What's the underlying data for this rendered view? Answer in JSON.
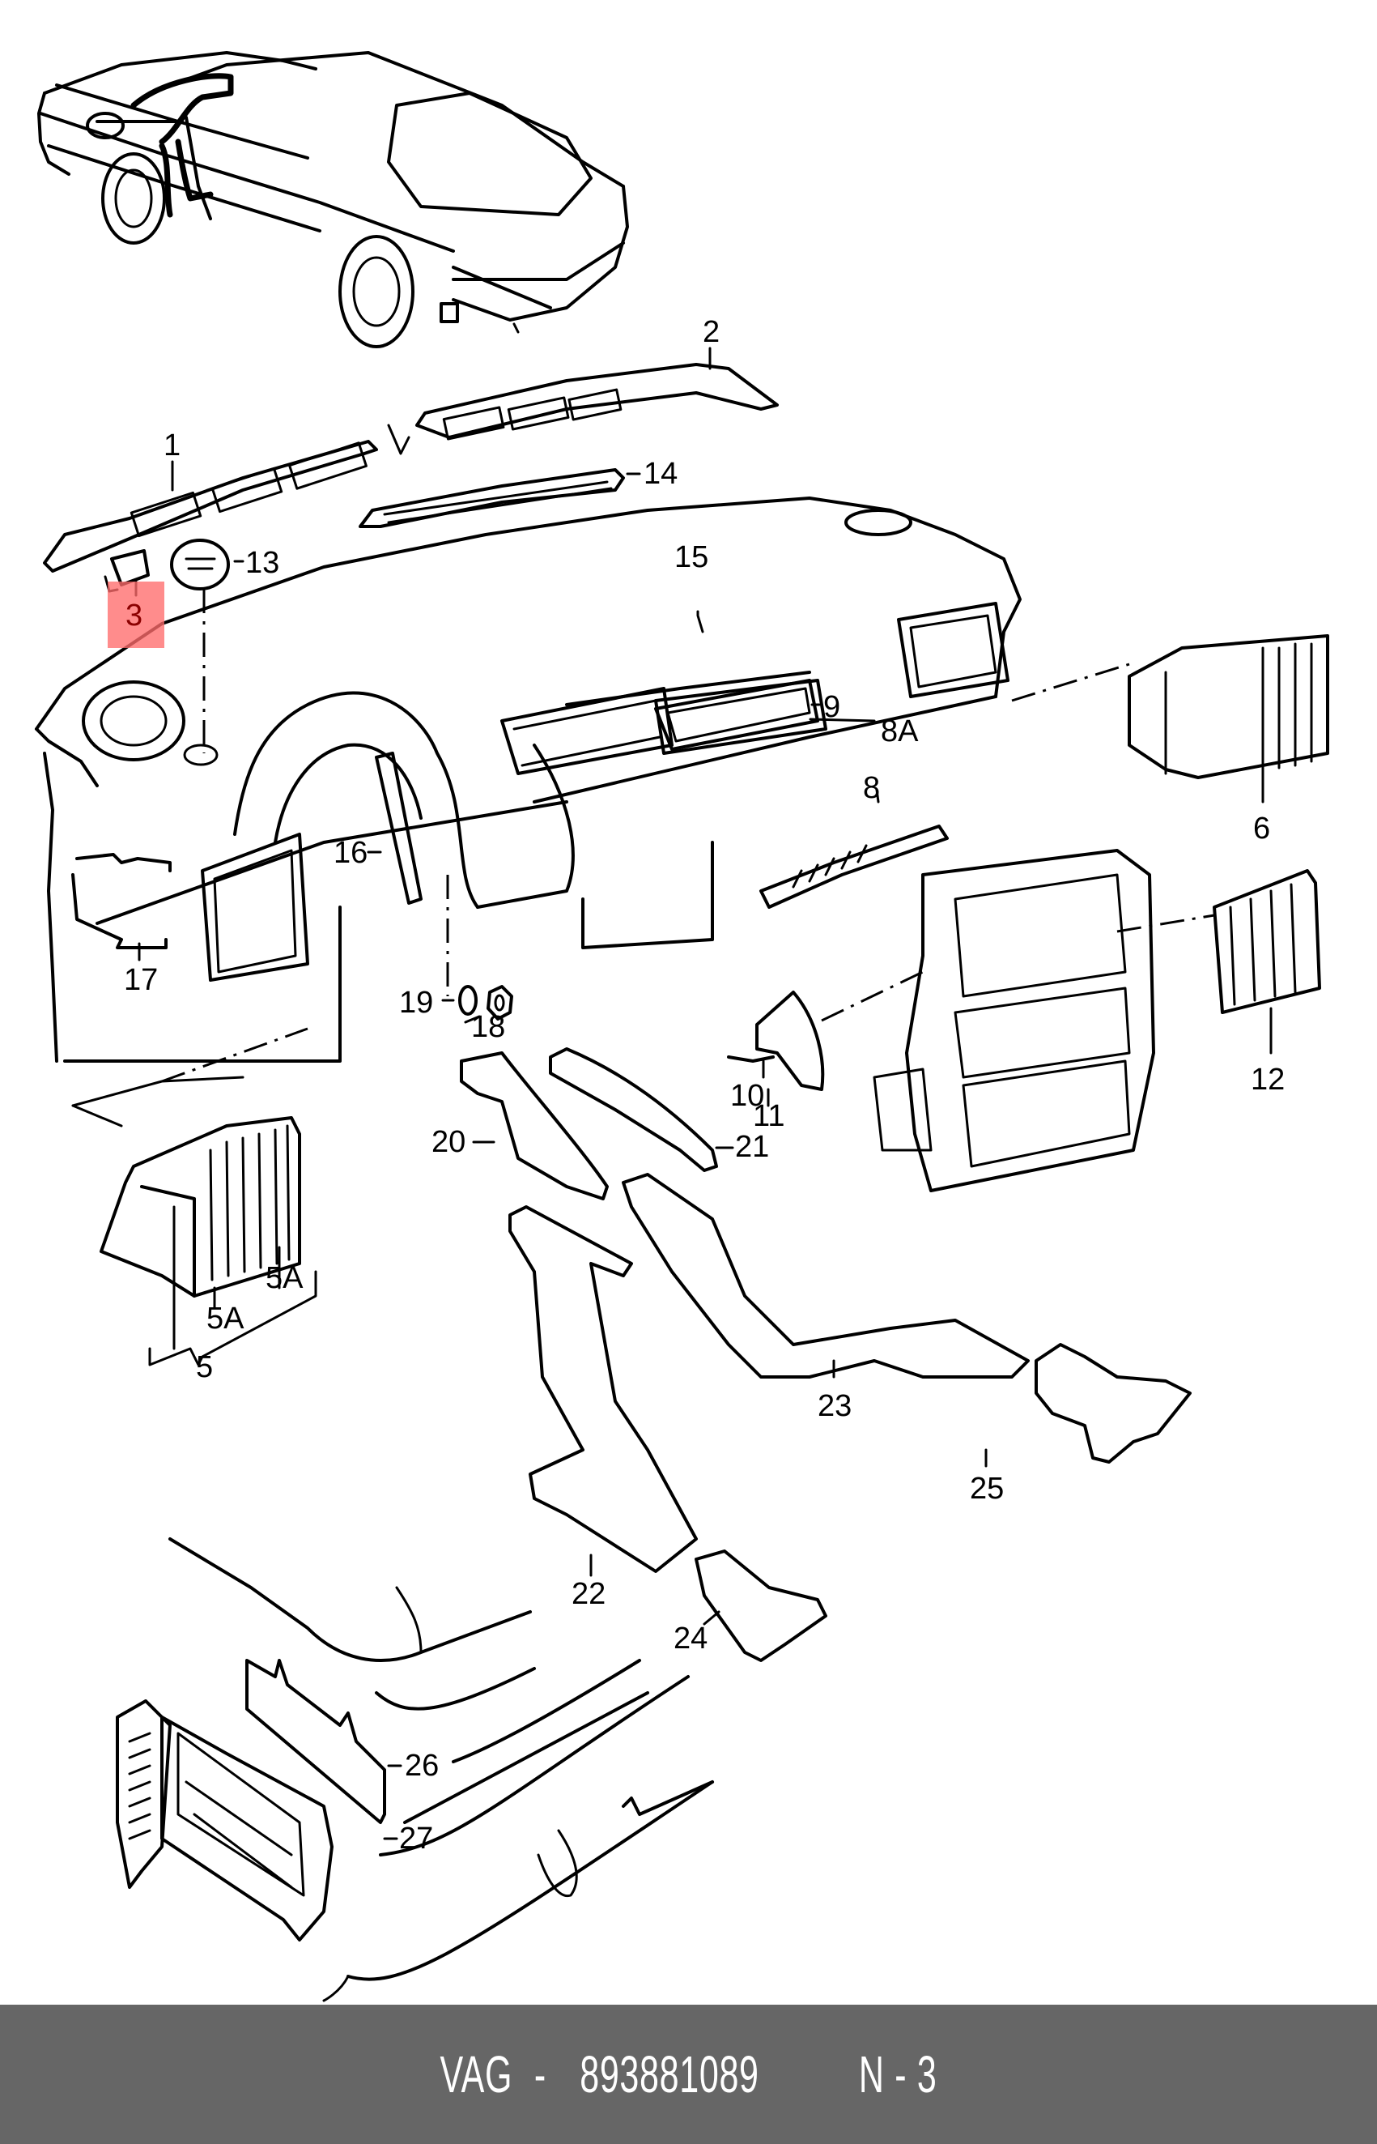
{
  "diagram": {
    "title": "Air vents / ducts exploded parts diagram",
    "highlight_color": "#ff6b6b",
    "highlighted_part": "3",
    "callouts": [
      {
        "id": "c1",
        "label": "1"
      },
      {
        "id": "c2",
        "label": "2"
      },
      {
        "id": "c3",
        "label": "3"
      },
      {
        "id": "c5",
        "label": "5"
      },
      {
        "id": "c5a1",
        "label": "5A"
      },
      {
        "id": "c5a2",
        "label": "5A"
      },
      {
        "id": "c6",
        "label": "6"
      },
      {
        "id": "c8",
        "label": "8"
      },
      {
        "id": "c8a",
        "label": "8A"
      },
      {
        "id": "c9",
        "label": "9"
      },
      {
        "id": "c10",
        "label": "10"
      },
      {
        "id": "c11",
        "label": "11"
      },
      {
        "id": "c12",
        "label": "12"
      },
      {
        "id": "c13",
        "label": "13"
      },
      {
        "id": "c14",
        "label": "14"
      },
      {
        "id": "c15",
        "label": "15"
      },
      {
        "id": "c16",
        "label": "16"
      },
      {
        "id": "c17",
        "label": "17"
      },
      {
        "id": "c18",
        "label": "18"
      },
      {
        "id": "c19",
        "label": "19"
      },
      {
        "id": "c20",
        "label": "20"
      },
      {
        "id": "c21",
        "label": "21"
      },
      {
        "id": "c22",
        "label": "22"
      },
      {
        "id": "c23",
        "label": "23"
      },
      {
        "id": "c24",
        "label": "24"
      },
      {
        "id": "c25",
        "label": "25"
      },
      {
        "id": "c26",
        "label": "26"
      },
      {
        "id": "c27",
        "label": "27"
      }
    ]
  },
  "footer": {
    "brand": "VAG",
    "separator": "-",
    "part_number": "893881089",
    "position_label": "N - 3"
  },
  "colors": {
    "footer_bg": "#666666",
    "footer_text": "#ffffff",
    "line": "#000000"
  }
}
